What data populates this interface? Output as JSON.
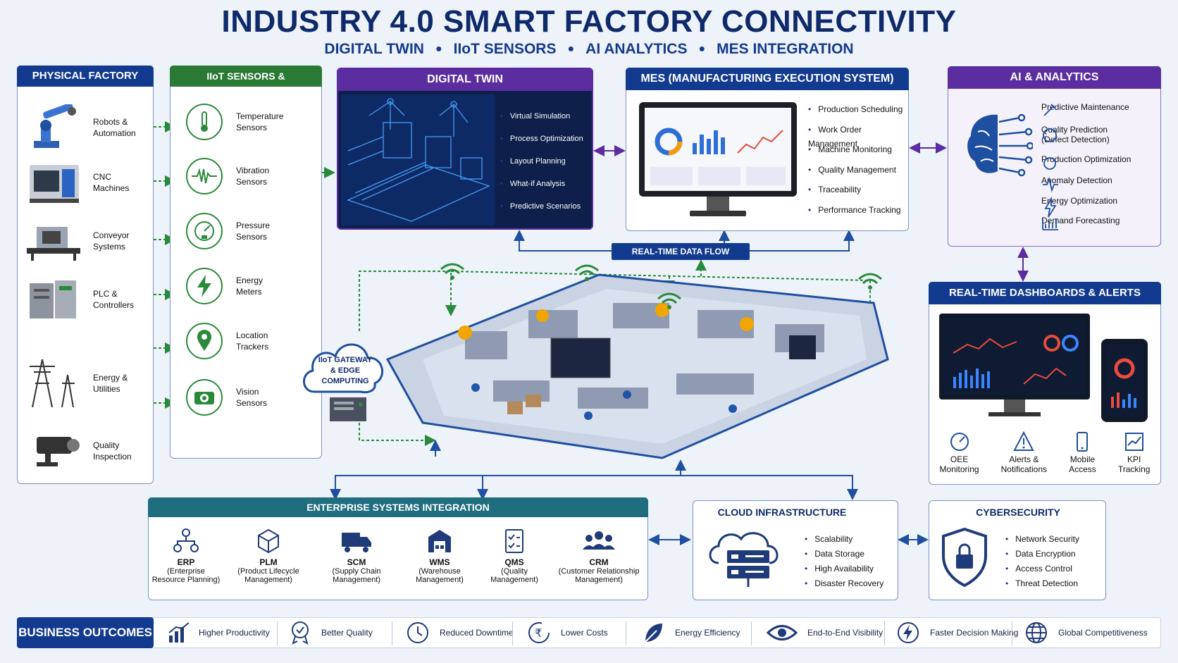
{
  "header": {
    "title": "INDUSTRY 4.0 SMART FACTORY CONNECTIVITY",
    "subtitle_items": [
      "DIGITAL TWIN",
      "IIoT SENSORS",
      "AI ANALYTICS",
      "MES INTEGRATION"
    ]
  },
  "physical_factory": {
    "title": "PHYSICAL FACTORY",
    "items": [
      {
        "label1": "Robots &",
        "label2": "Automation",
        "icon": "robot-arm-icon"
      },
      {
        "label1": "CNC",
        "label2": "Machines",
        "icon": "cnc-machine-icon"
      },
      {
        "label1": "Conveyor",
        "label2": "Systems",
        "icon": "conveyor-icon"
      },
      {
        "label1": "PLC &",
        "label2": "Controllers",
        "icon": "plc-icon"
      },
      {
        "label1": "Energy &",
        "label2": "Utilities",
        "icon": "power-tower-icon"
      },
      {
        "label1": "Quality",
        "label2": "Inspection",
        "icon": "camera-icon"
      }
    ]
  },
  "iiot": {
    "title": "IIoT SENSORS & CONNECTIVITY",
    "items": [
      {
        "label1": "Temperature",
        "label2": "Sensors",
        "icon": "thermometer-icon"
      },
      {
        "label1": "Vibration",
        "label2": "Sensors",
        "icon": "waveform-icon"
      },
      {
        "label1": "Pressure",
        "label2": "Sensors",
        "icon": "gauge-icon"
      },
      {
        "label1": "Energy",
        "label2": "Meters",
        "icon": "lightning-icon"
      },
      {
        "label1": "Location",
        "label2": "Trackers",
        "icon": "location-pin-icon"
      },
      {
        "label1": "Vision",
        "label2": "Sensors",
        "icon": "camera-icon"
      }
    ]
  },
  "digital_twin": {
    "title": "DIGITAL TWIN",
    "items": [
      "Virtual Simulation",
      "Process Optimization",
      "Layout Planning",
      "What-if Analysis",
      "Predictive Scenarios"
    ]
  },
  "mes": {
    "title": "MES (MANUFACTURING EXECUTION SYSTEM)",
    "items": [
      "Production Scheduling",
      "Work Order Management",
      "Machine Monitoring",
      "Quality Management",
      "Traceability",
      "Performance Tracking"
    ]
  },
  "ai": {
    "title": "AI & ANALYTICS",
    "items": [
      {
        "label1": "Predictive Maintenance",
        "label2": ""
      },
      {
        "label1": "Quality Prediction",
        "label2": "(Defect Detection)"
      },
      {
        "label1": "Production Optimization",
        "label2": ""
      },
      {
        "label1": "Anomaly Detection",
        "label2": ""
      },
      {
        "label1": "Energy Optimization",
        "label2": ""
      },
      {
        "label1": "Demand Forecasting",
        "label2": ""
      }
    ]
  },
  "realtime_flow": "REAL-TIME DATA FLOW",
  "gateway": {
    "line1": "IIoT GATEWAY",
    "line2": "& EDGE",
    "line3": "COMPUTING"
  },
  "dashboards": {
    "title": "REAL-TIME DASHBOARDS & ALERTS",
    "items": [
      {
        "label1": "OEE",
        "label2": "Monitoring"
      },
      {
        "label1": "Alerts &",
        "label2": "Notifications"
      },
      {
        "label1": "Mobile",
        "label2": "Access"
      },
      {
        "label1": "KPI",
        "label2": "Tracking"
      }
    ]
  },
  "enterprise": {
    "title": "ENTERPRISE SYSTEMS INTEGRATION",
    "items": [
      {
        "name": "ERP",
        "d1": "(Enterprise",
        "d2": "Resource Planning)"
      },
      {
        "name": "PLM",
        "d1": "(Product Lifecycle",
        "d2": "Management)"
      },
      {
        "name": "SCM",
        "d1": "(Supply Chain",
        "d2": "Management)"
      },
      {
        "name": "WMS",
        "d1": "(Warehouse",
        "d2": "Management)"
      },
      {
        "name": "QMS",
        "d1": "(Quality",
        "d2": "Management)"
      },
      {
        "name": "CRM",
        "d1": "(Customer Relationship",
        "d2": "Management)"
      }
    ]
  },
  "cloud": {
    "title": "CLOUD INFRASTRUCTURE",
    "items": [
      "Scalability",
      "Data Storage",
      "High Availability",
      "Disaster Recovery"
    ]
  },
  "security": {
    "title": "CYBERSECURITY",
    "items": [
      "Network Security",
      "Data Encryption",
      "Access Control",
      "Threat Detection"
    ]
  },
  "outcomes": {
    "title": "BUSINESS OUTCOMES",
    "items": [
      "Higher Productivity",
      "Better Quality",
      "Reduced Downtime",
      "Lower Costs",
      "Energy Efficiency",
      "End-to-End Visibility",
      "Faster Decision Making",
      "Global Competitiveness"
    ]
  },
  "colors": {
    "navy": "#123a8f",
    "green": "#2a8a3b",
    "purple": "#5b2da0",
    "teal": "#1f6d7e"
  }
}
